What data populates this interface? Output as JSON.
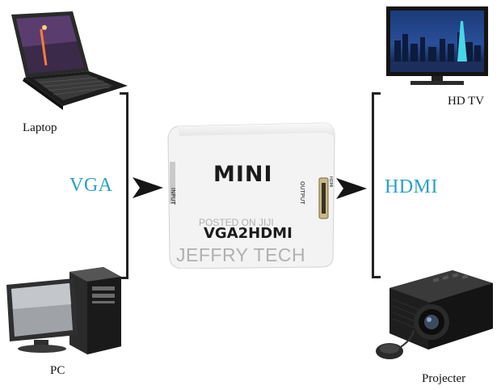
{
  "left_devices": {
    "laptop_label": "Laptop",
    "pc_label": "PC"
  },
  "right_devices": {
    "tv_label": "HD TV",
    "projector_label": "Projecter"
  },
  "signals": {
    "input_label": "VGA",
    "output_label": "HDMI"
  },
  "adapter": {
    "brand_text": "MINI",
    "model_text": "VGA2HDMI",
    "input_port_text": "INPUT",
    "output_port_text": "OUTPUT",
    "hdmi_port_text": "HDMI"
  },
  "watermark": {
    "line1": "POSTED ON JIJI",
    "line2": "JEFFRY TECH"
  },
  "colors": {
    "signal_text": "#2aa0c8",
    "bracket": "#222222",
    "adapter_body": "#f4f4f4"
  }
}
